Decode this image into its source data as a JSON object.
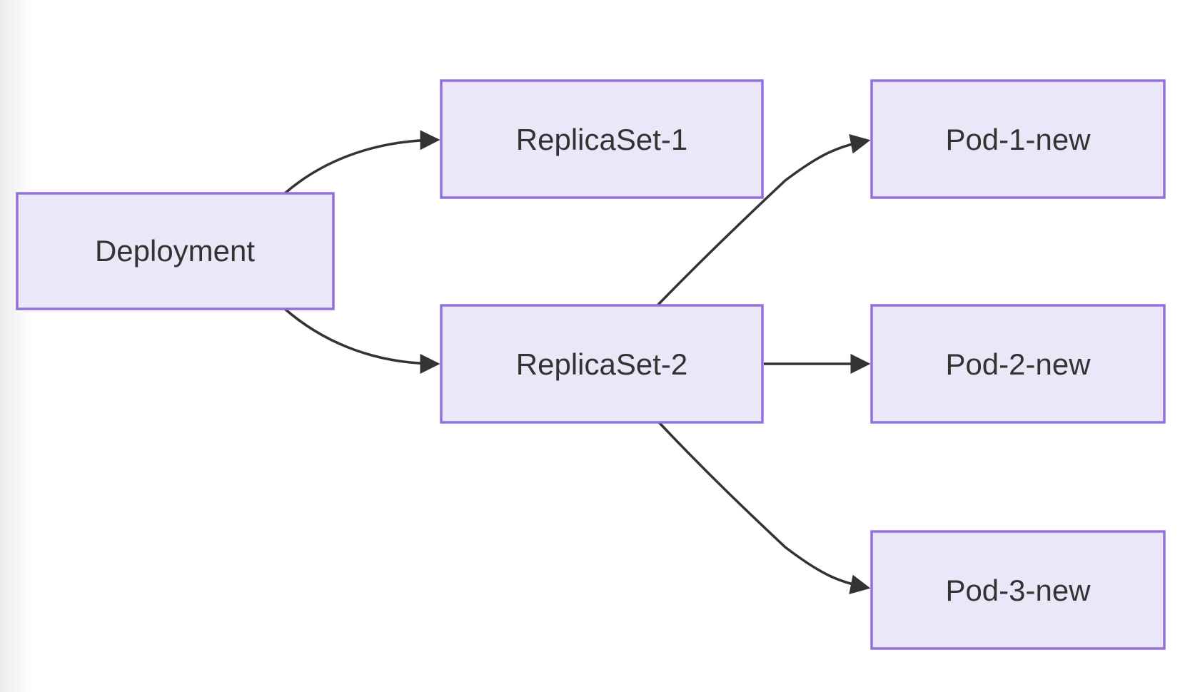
{
  "diagram": {
    "background_color": "#ffffff",
    "node_fill_color": "#EAE7F8",
    "node_border_color": "#9370DB",
    "edge_color": "#333333",
    "label_color": "#333333",
    "nodes": [
      {
        "id": "deployment",
        "label": "Deployment"
      },
      {
        "id": "replicaset-1",
        "label": "ReplicaSet-1"
      },
      {
        "id": "replicaset-2",
        "label": "ReplicaSet-2"
      },
      {
        "id": "pod-1-new",
        "label": "Pod-1-new"
      },
      {
        "id": "pod-2-new",
        "label": "Pod-2-new"
      },
      {
        "id": "pod-3-new",
        "label": "Pod-3-new"
      }
    ],
    "edges": [
      {
        "from": "Deployment",
        "to": "ReplicaSet-1"
      },
      {
        "from": "Deployment",
        "to": "ReplicaSet-2"
      },
      {
        "from": "ReplicaSet-2",
        "to": "Pod-1-new"
      },
      {
        "from": "ReplicaSet-2",
        "to": "Pod-2-new"
      },
      {
        "from": "ReplicaSet-2",
        "to": "Pod-3-new"
      }
    ]
  }
}
